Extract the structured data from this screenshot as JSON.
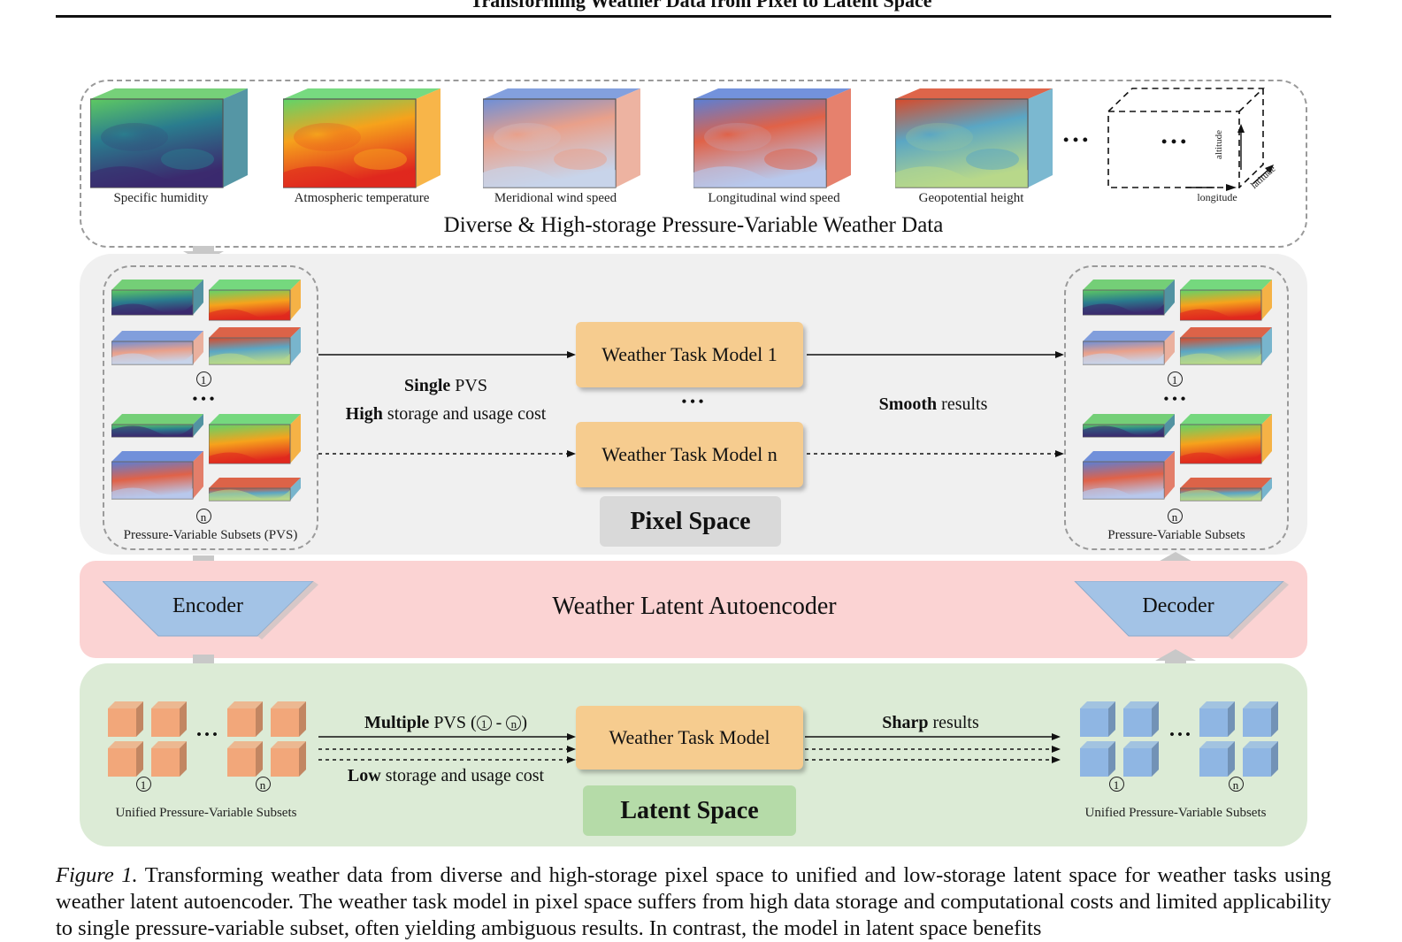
{
  "header": {
    "title": "Transforming Weather Data from Pixel to Latent Space"
  },
  "top_panel": {
    "variables": [
      {
        "label": "Specific humidity",
        "colors": [
          "#3b2a6e",
          "#2a7c8e",
          "#5ec962"
        ]
      },
      {
        "label": "Atmospheric temperature",
        "colors": [
          "#e0281e",
          "#f6a21c",
          "#5fd46a"
        ]
      },
      {
        "label": "Meridional wind speed",
        "colors": [
          "#c8d4ea",
          "#e9a08a",
          "#6d8fd8"
        ]
      },
      {
        "label": "Longitudinal wind speed",
        "colors": [
          "#b8c8ec",
          "#e06248",
          "#5a7fd6"
        ]
      },
      {
        "label": "Geopotential height",
        "colors": [
          "#b8d88a",
          "#5aa6c4",
          "#d84a2a"
        ]
      }
    ],
    "ellipsis": "• • •",
    "axes": {
      "altitude": "altitude",
      "latitude": "latitude",
      "longitude": "longitude"
    },
    "title": "Diverse & High-storage Pressure-Variable Weather Data"
  },
  "pixel_space": {
    "left_subsets_label": "Pressure-Variable Subsets (PVS)",
    "right_subsets_label": "Pressure-Variable Subsets",
    "marker_1": "1",
    "marker_n": "n",
    "ellipsis": "• • •",
    "model_1": "Weather Task Model 1",
    "model_n": "Weather Task Model n",
    "models_ellipsis": "• • •",
    "input_note_bold": "Single",
    "input_note_rest": " PVS",
    "cost_note_bold": "High",
    "cost_note_rest": " storage and usage cost",
    "result_bold": "Smooth",
    "result_rest": " results",
    "space_label": "Pixel Space",
    "colors": {
      "panel": "#f0f0f0",
      "model": "#f6cc8f",
      "tag": "#d9d9d9"
    }
  },
  "autoencoder": {
    "encoder": "Encoder",
    "decoder": "Decoder",
    "title": "Weather Latent Autoencoder",
    "colors": {
      "panel": "#fbd3d3",
      "trapezoid": "#a3c3e6"
    }
  },
  "latent_space": {
    "input_bold": "Multiple",
    "input_rest": " PVS (",
    "input_dash": " - ",
    "input_close": ")",
    "cost_bold": "Low",
    "cost_rest": " storage and usage cost",
    "model": "Weather Task Model",
    "result_bold": "Sharp",
    "result_rest": " results",
    "left_label": "Unified Pressure-Variable Subsets",
    "right_label": "Unified Pressure-Variable Subsets",
    "ellipsis": "• • •",
    "marker_1": "1",
    "marker_n": "n",
    "space_label": "Latent Space",
    "colors": {
      "panel": "#dcebd6",
      "tag": "#b5dba8",
      "orange_cube": "#f2a77a",
      "blue_cube": "#8fb6e3"
    }
  },
  "caption": {
    "label": "Figure 1.",
    "text": " Transforming weather data from diverse and high-storage pixel space to unified and low-storage latent space for weather tasks using weather latent autoencoder. The weather task model in pixel space suffers from high data storage and computational costs and limited applicability to single pressure-variable subset, often yielding ambiguous results. In contrast, the model in latent space benefits"
  }
}
